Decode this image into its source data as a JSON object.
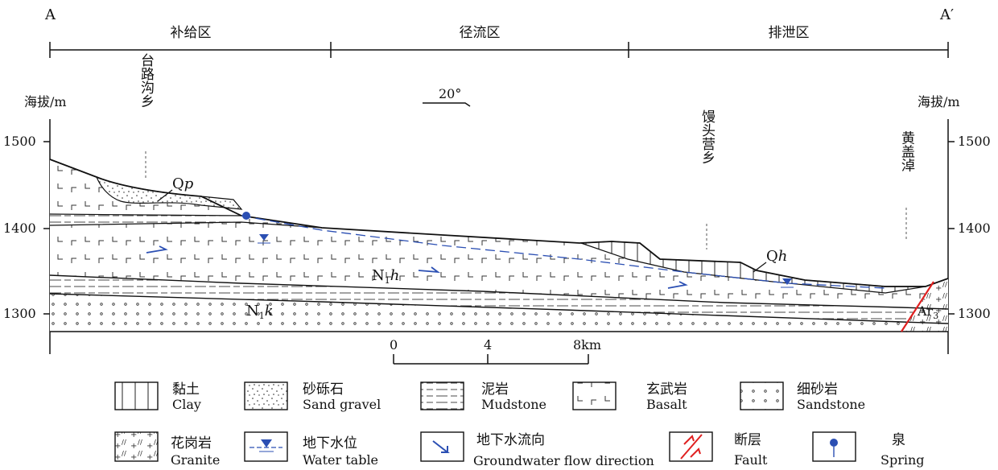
{
  "profile": {
    "start_label": "A",
    "end_label": "A′",
    "zones": [
      "补给区",
      "径流区",
      "排泄区"
    ],
    "orientation": "20°"
  },
  "axes": {
    "left_title": "海拔/m",
    "right_title": "海拔/m",
    "ticks": [
      "1500",
      "1400",
      "1300"
    ]
  },
  "places": [
    "台路沟乡",
    "馒头营乡",
    "黄盖淖"
  ],
  "units": {
    "qp": "Q",
    "qp_sub": "p",
    "qh": "Q",
    "qh_sub": "h",
    "n1h": "N",
    "n1h_sub1": "1",
    "n1h_sub2": "h",
    "n1k": "N",
    "n1k_sub1": "1",
    "n1k_sub2": "k",
    "ar": "Ar",
    "ar_sub": "3"
  },
  "scale_bar": {
    "ticks": [
      "0",
      "4",
      "8km"
    ]
  },
  "legend": [
    {
      "zh": "黏土",
      "en": "Clay"
    },
    {
      "zh": "砂砾石",
      "en": "Sand gravel"
    },
    {
      "zh": "泥岩",
      "en": "Mudstone"
    },
    {
      "zh": "玄武岩",
      "en": "Basalt"
    },
    {
      "zh": "细砂岩",
      "en": "Sandstone"
    },
    {
      "zh": "花岗岩",
      "en": "Granite"
    },
    {
      "zh": "地下水位",
      "en": "Water table"
    },
    {
      "zh": "地下水流向",
      "en": "Groundwater flow direction"
    },
    {
      "zh": "断层",
      "en": "Fault"
    },
    {
      "zh": "泉",
      "en": "Spring"
    }
  ],
  "colors": {
    "water": "#2b4fb3",
    "fault": "#e02020",
    "line": "#111111"
  }
}
